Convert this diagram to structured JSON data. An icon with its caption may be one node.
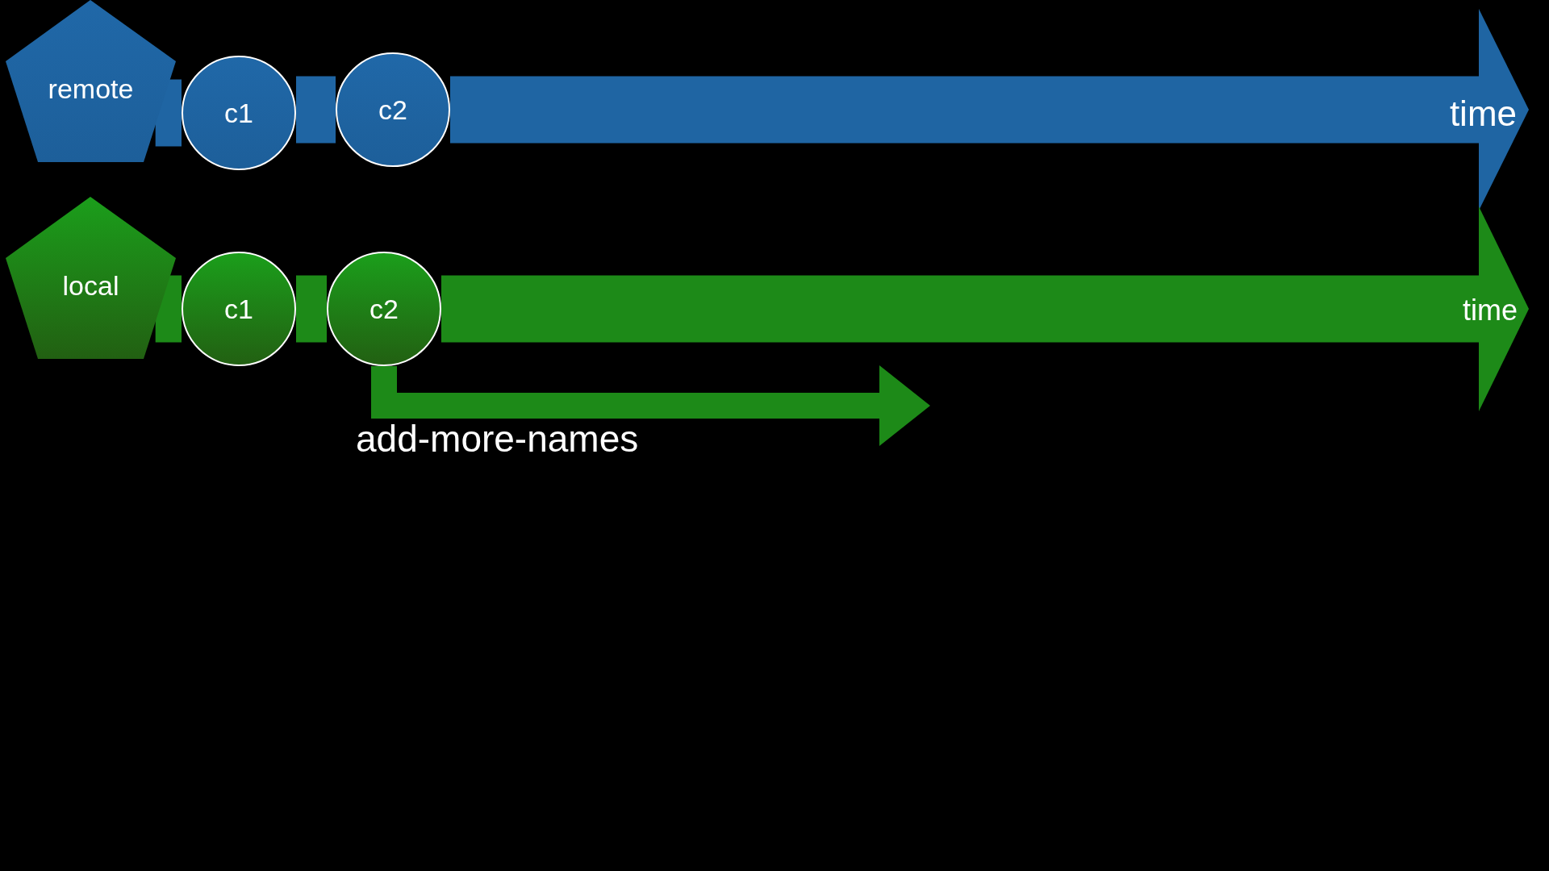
{
  "diagram": {
    "nodes": [
      {
        "text": [
          "remote"
        ]
      },
      {
        "text": [
          "c1"
        ]
      },
      {
        "text": [
          "c2"
        ]
      },
      {
        "text": [
          "local"
        ]
      },
      {
        "text": [
          "c1"
        ]
      },
      {
        "text": [
          "c2"
        ]
      }
    ],
    "edges": [
      {
        "from": 0,
        "to": 1,
        "arrow": "none",
        "color": "#1f65a3"
      },
      {
        "from": 1,
        "to": 2,
        "arrow": "none",
        "color": "#1f65a3"
      },
      {
        "from": 2,
        "to": null,
        "arrow": "to",
        "label": "time",
        "color": "#1f65a3"
      },
      {
        "from": 3,
        "to": 4,
        "arrow": "none"
      },
      {
        "from": 4,
        "to": 5,
        "arrow": "none"
      },
      {
        "from": 5,
        "to": null,
        "arrow": "to",
        "label": "time"
      },
      {
        "from": 5,
        "to": null,
        "arrow": "to",
        "label": "add-more-names"
      }
    ]
  }
}
